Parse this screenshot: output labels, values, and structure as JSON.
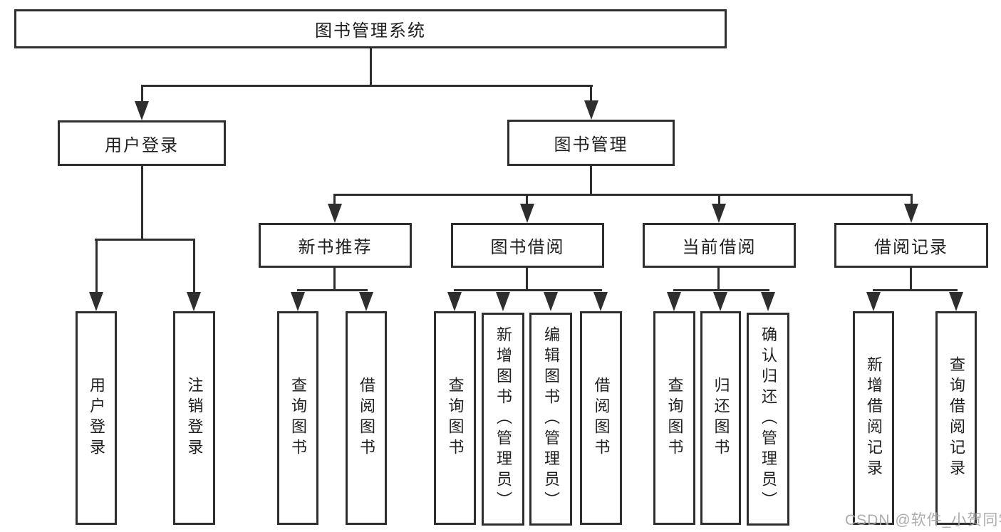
{
  "colors": {
    "background": "#ffffff",
    "line": "#2e2e2e",
    "text": "#1f1f1f",
    "watermark": "#a6a6a6"
  },
  "tree": {
    "label": "图书管理系统",
    "children": [
      {
        "label": "用户登录",
        "children": [
          {
            "label": "用户登录"
          },
          {
            "label": "注销登录"
          }
        ]
      },
      {
        "label": "图书管理",
        "children": [
          {
            "label": "新书推荐",
            "children": [
              {
                "label": "查询图书"
              },
              {
                "label": "借阅图书"
              }
            ]
          },
          {
            "label": "图书借阅",
            "children": [
              {
                "label": "查询图书"
              },
              {
                "label": "新增图书（管理员）"
              },
              {
                "label": "编辑图书（管理员）"
              },
              {
                "label": "借阅图书"
              }
            ]
          },
          {
            "label": "当前借阅",
            "children": [
              {
                "label": "查询图书"
              },
              {
                "label": "归还图书"
              },
              {
                "label": "确认归还（管理员）"
              }
            ]
          },
          {
            "label": "借阅记录",
            "children": [
              {
                "label": "新增借阅记录"
              },
              {
                "label": "查询借阅记录"
              }
            ]
          }
        ]
      }
    ]
  },
  "watermark": "CSDN @软件_小贺同学"
}
